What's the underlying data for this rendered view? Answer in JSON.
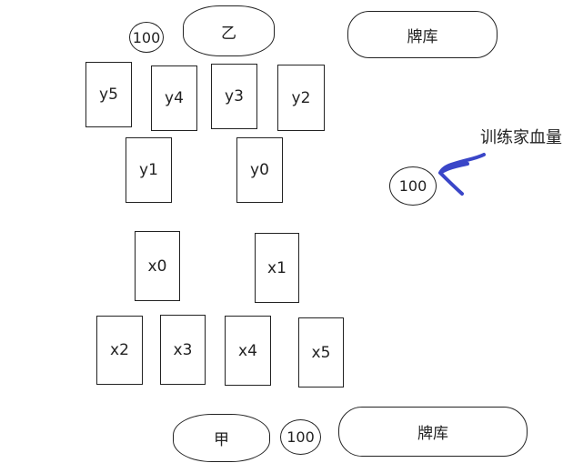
{
  "top": {
    "player": "乙",
    "hp": "100",
    "deck": "牌库",
    "cards": [
      "y5",
      "y4",
      "y3",
      "y2",
      "y1",
      "y0"
    ]
  },
  "bottom": {
    "player": "甲",
    "hp": "100",
    "deck": "牌库",
    "cards": [
      "x0",
      "x1",
      "x2",
      "x3",
      "x4",
      "x5"
    ]
  },
  "trainer": {
    "hp": "100",
    "annotation": "训练家血量",
    "arrow_color": "#3a46c8"
  }
}
